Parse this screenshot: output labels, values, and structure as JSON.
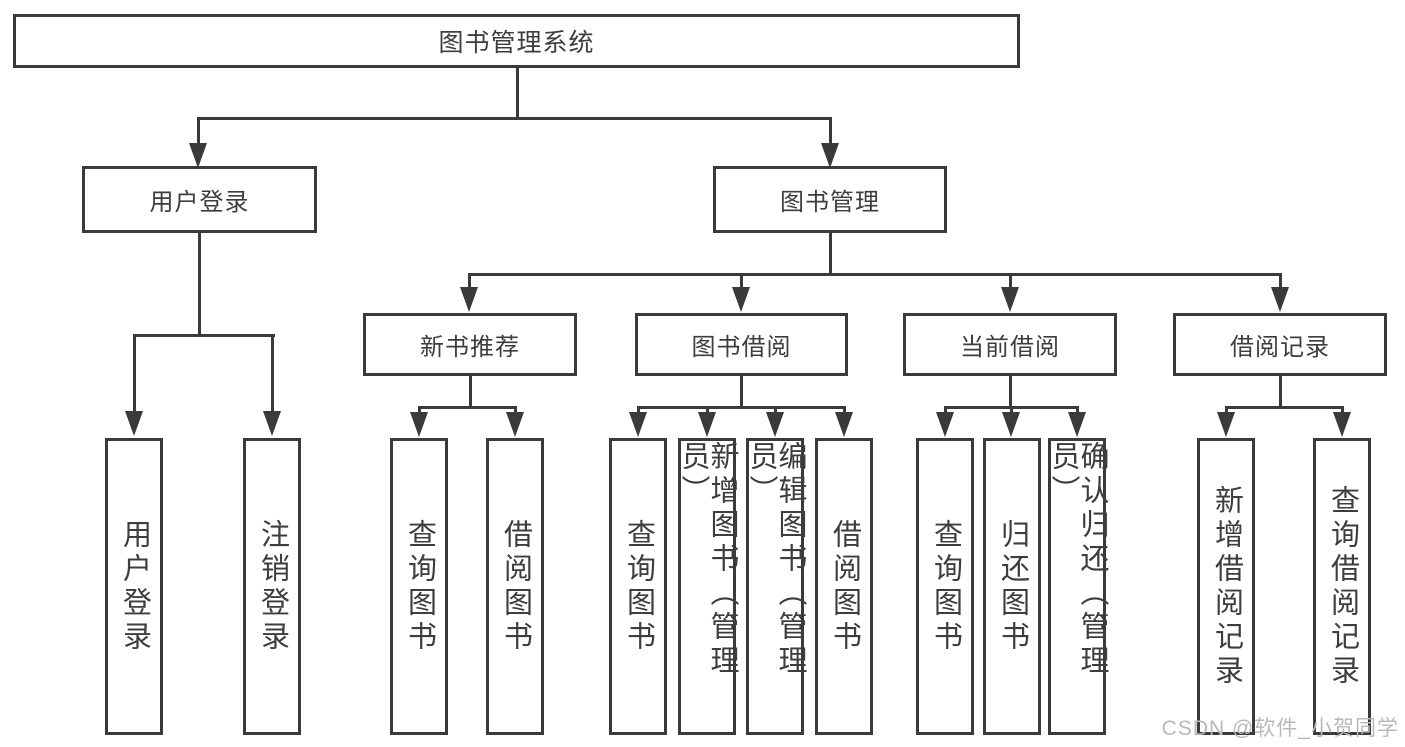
{
  "diagram": {
    "root": {
      "label": "图书管理系统"
    },
    "branches": [
      {
        "label": "用户登录",
        "leaves": [
          "用户登录",
          "注销登录"
        ]
      },
      {
        "label": "图书管理",
        "groups": [
          {
            "label": "新书推荐",
            "leaves": [
              "查询图书",
              "借阅图书"
            ]
          },
          {
            "label": "图书借阅",
            "leaves": [
              "查询图书",
              "新增图书（管理员）",
              "编辑图书（管理员）",
              "借阅图书"
            ]
          },
          {
            "label": "当前借阅",
            "leaves": [
              "查询图书",
              "归还图书",
              "确认归还（管理员）"
            ]
          },
          {
            "label": "借阅记录",
            "leaves": [
              "新增借阅记录",
              "查询借阅记录"
            ]
          }
        ]
      }
    ]
  },
  "watermark": {
    "text": "CSDN @软件_小贺同学"
  },
  "colors": {
    "line": "#3a3a3a",
    "text": "#3d3d3d",
    "watermark": "#b9b9b9",
    "background": "#ffffff"
  }
}
